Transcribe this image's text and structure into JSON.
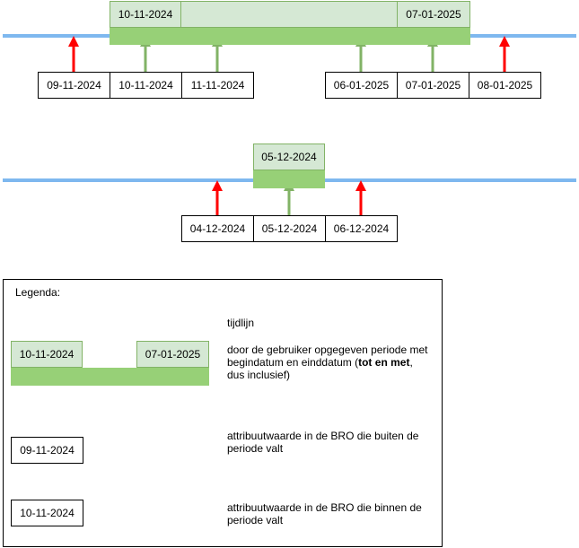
{
  "colors": {
    "timeline": "#7eb8ef",
    "period_fill": "#d5e8d4",
    "period_border": "#82b366",
    "period_bar": "#97d077",
    "arrow_inside": "#82b366",
    "arrow_outside": "#ff0000"
  },
  "diagram1": {
    "period_start": "10-11-2024",
    "period_end": "07-01-2025",
    "dates": [
      {
        "label": "09-11-2024",
        "inside": false
      },
      {
        "label": "10-11-2024",
        "inside": true
      },
      {
        "label": "11-11-2024",
        "inside": true
      },
      {
        "label": "06-01-2025",
        "inside": true
      },
      {
        "label": "07-01-2025",
        "inside": true
      },
      {
        "label": "08-01-2025",
        "inside": false
      }
    ]
  },
  "diagram2": {
    "period_date": "05-12-2024",
    "dates": [
      {
        "label": "04-12-2024",
        "inside": false
      },
      {
        "label": "05-12-2024",
        "inside": true
      },
      {
        "label": "06-12-2024",
        "inside": false
      }
    ]
  },
  "legend": {
    "title": "Legenda:",
    "timeline_label": "tijdlijn",
    "period_start": "10-11-2024",
    "period_end": "07-01-2025",
    "period_text_1": "door de gebruiker opgegeven periode met",
    "period_text_2": "begindatum en einddatum (",
    "period_text_bold": "tot en met",
    "period_text_3": ",",
    "period_text_4": "dus inclusief)",
    "outside_date": "09-11-2024",
    "outside_text_1": "attribuutwaarde in de BRO die buiten de",
    "outside_text_2": "periode valt",
    "inside_date": "10-11-2024",
    "inside_text_1": "attribuutwaarde in de BRO die binnen de",
    "inside_text_2": "periode valt"
  }
}
